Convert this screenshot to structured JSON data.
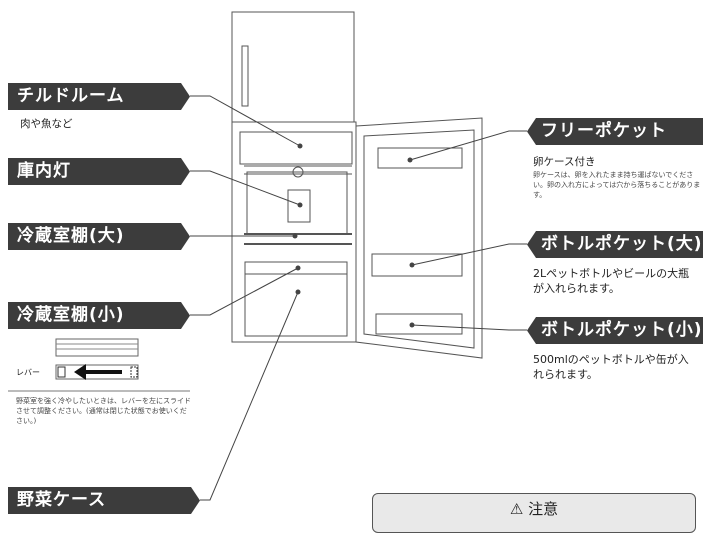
{
  "labels": {
    "chilled_room": {
      "title": "チルドルーム",
      "sub": "肉や魚など"
    },
    "interior_light": {
      "title": "庫内灯"
    },
    "shelf_large": {
      "title": "冷蔵室棚(大)"
    },
    "shelf_small": {
      "title": "冷蔵室棚(小)"
    },
    "vegetable_case": {
      "title": "野菜ケース"
    },
    "free_pocket": {
      "title": "フリーポケット",
      "sub": "卵ケース付き",
      "note": "卵ケースは、卵を入れたまま持ち運ばないでください。卵の入れ方によっては穴から落ちることがあります。"
    },
    "bottle_large": {
      "title": "ボトルポケット(大)",
      "body": "2Lペットボトルやビールの大瓶が入れられます。"
    },
    "bottle_small": {
      "title": "ボトルポケット(小)",
      "body": "500mlのペットボトルや缶が入れられます。"
    }
  },
  "lever": {
    "label": "レバー",
    "note": "野菜室を強く冷やしたいときは、レバーを左にスライドさせて調整ください。(通常は閉じた状態でお使いください。)"
  },
  "caution": {
    "icon": "warning-triangle-icon",
    "title": "注意"
  }
}
